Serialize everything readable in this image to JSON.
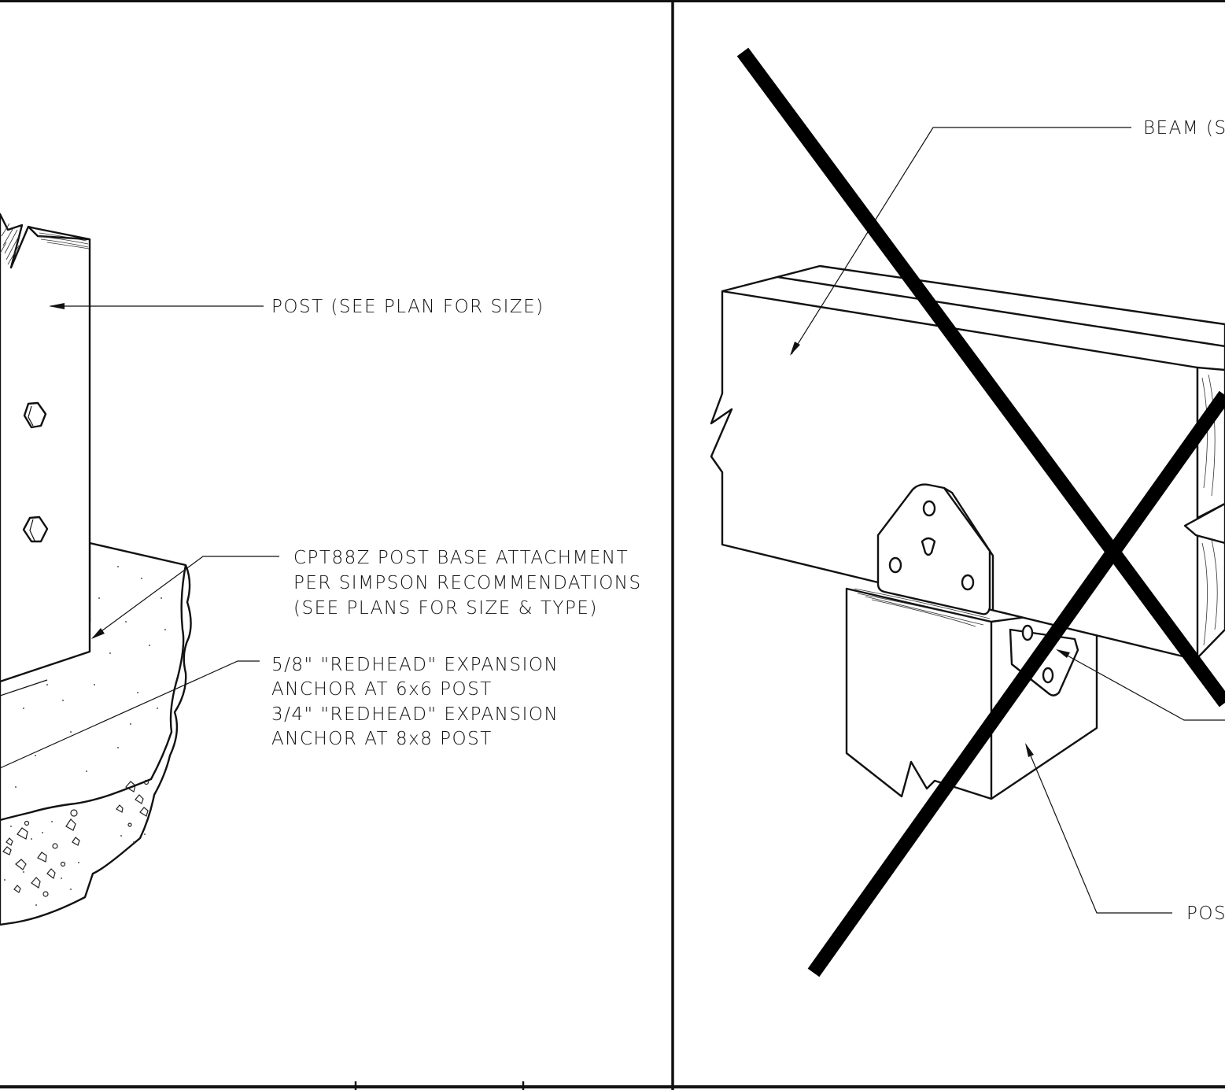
{
  "left_detail": {
    "labels": {
      "post": "POST (SEE PLAN FOR SIZE)",
      "base_line1": "CPT88Z POST BASE  ATTACHMENT",
      "base_line2": "PER SIMPSON RECOMMENDATIONS",
      "base_line3": "(SEE PLANS FOR SIZE & TYPE)",
      "anchor_line1": "5/8\" \"REDHEAD\" EXPANSION",
      "anchor_line2": "ANCHOR AT 6x6 POST",
      "anchor_line3": "3/4\" \"REDHEAD\" EXPANSION",
      "anchor_line4": "ANCHOR AT 8x8 POST"
    }
  },
  "right_detail": {
    "labels": {
      "beam": "BEAM (S",
      "post": "POS"
    },
    "crossed_out": true
  },
  "colors": {
    "ink": "#111111",
    "paper": "#ffffff"
  }
}
